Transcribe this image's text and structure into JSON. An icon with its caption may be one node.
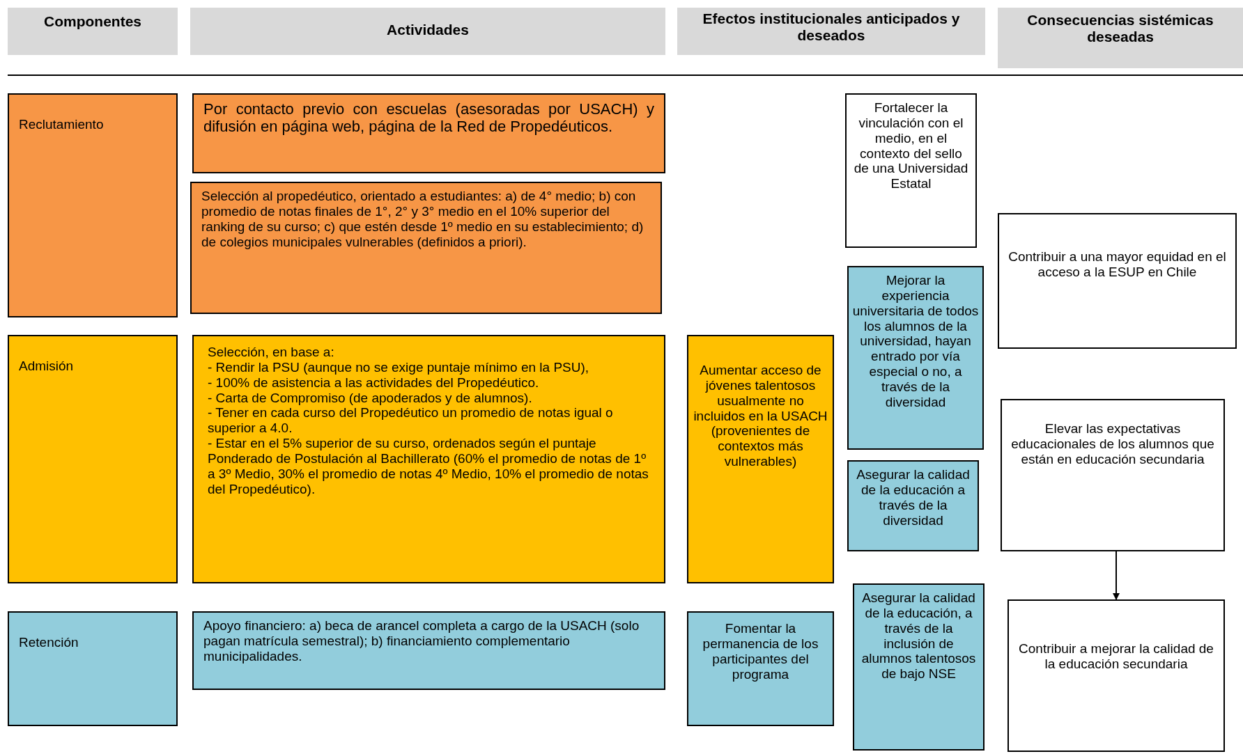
{
  "diagram": {
    "nodes": [
      {
        "text": [
          "Componentes"
        ]
      },
      {
        "text": [
          "Actividades"
        ]
      },
      {
        "text": [
          "Efectos institucionales anticipados y deseados"
        ]
      },
      {
        "text": [
          "Consecuencias sistémicas deseadas"
        ]
      },
      {
        "text": [
          "Reclutamiento"
        ]
      },
      {
        "text": [
          "Por contacto previo con escuelas (asesoradas por USACH) y difusión en página web, página de la Red de Propedéuticos."
        ]
      },
      {
        "text": [
          "Selección al propedéutico, orientado a estudiantes: a) de 4° medio; b) con promedio de notas finales de 1°, 2° y 3° medio en el 10% superior del ranking de su curso; c) que estén desde 1º medio en su establecimiento; d) de colegios municipales vulnerables (definidos a priori)."
        ]
      },
      {
        "text": [
          "Fortalecer la vinculación con el medio, en el contexto del sello de una Universidad Estatal"
        ]
      },
      {
        "text": [
          "Contribuir a una mayor equidad en el acceso a la ESUP en Chile"
        ]
      },
      {
        "text": [
          "Admisión"
        ]
      },
      {
        "text": [
          "Selección, en base a:",
          "- Rendir la PSU (aunque no se exige puntaje mínimo en la PSU),",
          "- 100% de asistencia a las actividades del Propedéutico.",
          "- Carta de Compromiso (de apoderados y de alumnos).",
          "- Tener en cada curso del Propedéutico un promedio de notas igual o superior a 4.0.",
          "- Estar en el 5% superior de su curso, ordenados según el puntaje Ponderado de Postulación al Bachillerato (60% el promedio de notas de 1º a 3º Medio, 30% el promedio de notas 4º Medio, 10% el promedio de notas del Propedéutico)."
        ]
      },
      {
        "text": [
          "Aumentar acceso de jóvenes talentosos usualmente no incluidos en la USACH (provenientes de contextos más vulnerables)"
        ]
      },
      {
        "text": [
          "Mejorar la experiencia universitaria de todos los alumnos de la universidad, hayan entrado por vía especial o no, a través de la diversidad"
        ]
      },
      {
        "text": [
          "Asegurar la calidad de la educación a través de la diversidad"
        ]
      },
      {
        "text": [
          "Elevar las expectativas educacionales de los alumnos que están en educación secundaria"
        ]
      },
      {
        "text": [
          "Retención"
        ]
      },
      {
        "text": [
          "Apoyo financiero: a) beca de arancel completa a cargo de la USACH (solo pagan matrícula semestral); b) financiamiento complementario municipalidades."
        ]
      },
      {
        "text": [
          "Fomentar la permanencia de los participantes del programa"
        ]
      },
      {
        "text": [
          "Asegurar la calidad de la educación, a través de la inclusión de alumnos talentosos de bajo NSE"
        ]
      },
      {
        "text": [
          "Contribuir a mejorar la calidad de la educación secundaria"
        ]
      }
    ],
    "edges": [
      {
        "from": 14,
        "to": 19,
        "arrow": "to"
      }
    ]
  }
}
